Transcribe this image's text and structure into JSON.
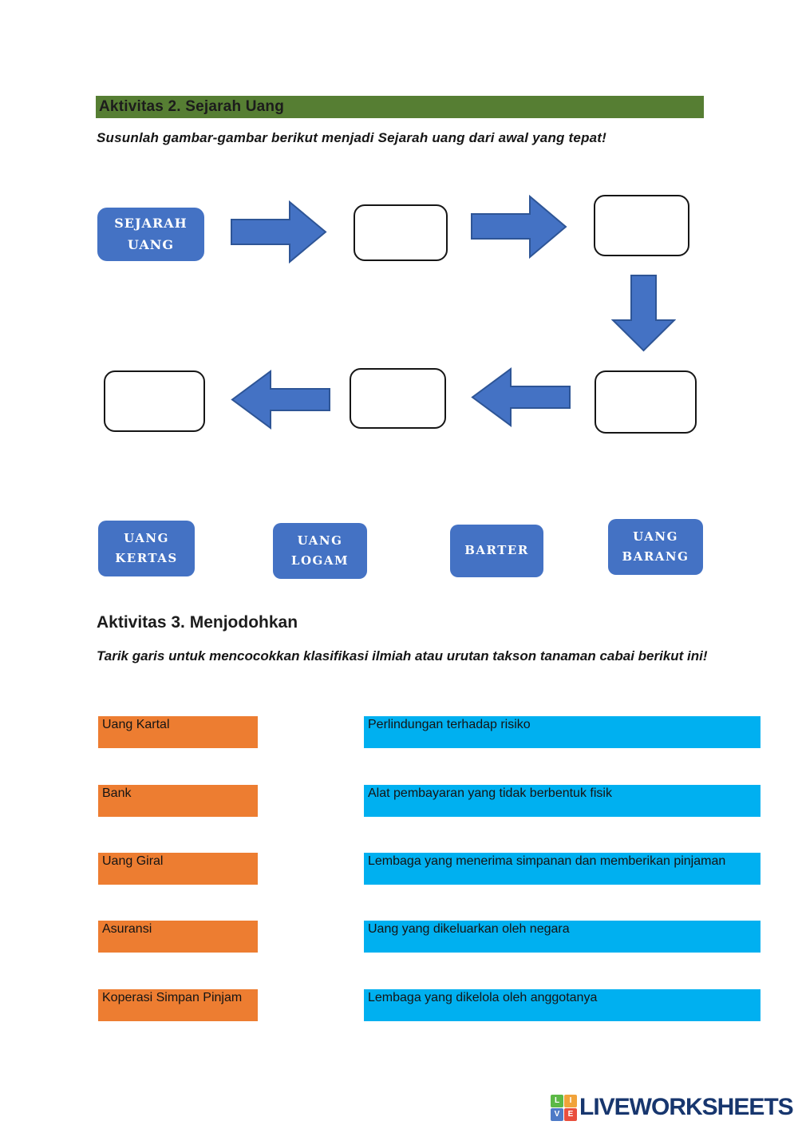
{
  "activity2": {
    "header": "Aktivitas 2. Sejarah Uang",
    "instruction": "Susunlah gambar-gambar berikut menjadi Sejarah uang dari awal yang tepat!",
    "start_label": "SEJARAH UANG",
    "options": [
      "UANG KERTAS",
      "UANG LOGAM",
      "BARTER",
      "UANG BARANG"
    ]
  },
  "activity3": {
    "header": "Aktivitas 3. Menjodohkan",
    "instruction": "Tarik garis untuk mencocokkan klasifikasi ilmiah atau urutan takson tanaman cabai berikut ini!",
    "pairs": [
      {
        "left": "Uang Kartal",
        "right": "Perlindungan terhadap risiko"
      },
      {
        "left": "Bank",
        "right": "Alat pembayaran yang tidak berbentuk fisik"
      },
      {
        "left": "Uang Giral",
        "right": "Lembaga yang menerima simpanan dan memberikan pinjaman"
      },
      {
        "left": "Asuransi",
        "right": "Uang yang dikeluarkan oleh negara"
      },
      {
        "left": "Koperasi Simpan Pinjam",
        "right": "Lembaga yang dikelola oleh anggotanya"
      }
    ]
  },
  "footer": {
    "logo_squares": [
      "L",
      "I",
      "V",
      "E"
    ],
    "brand": "LIVEWORKSHEETS"
  },
  "colors": {
    "header_green": "#567e33",
    "shape_blue": "#4472c4",
    "shape_blue_border": "#2e5596",
    "match_orange": "#ed7d31",
    "match_cyan": "#00b0f0",
    "brand_navy": "#17366e",
    "logo_green": "#5cb946",
    "logo_orange": "#f1a33a",
    "logo_blue": "#4e7ac7",
    "logo_red": "#e94f3d"
  }
}
